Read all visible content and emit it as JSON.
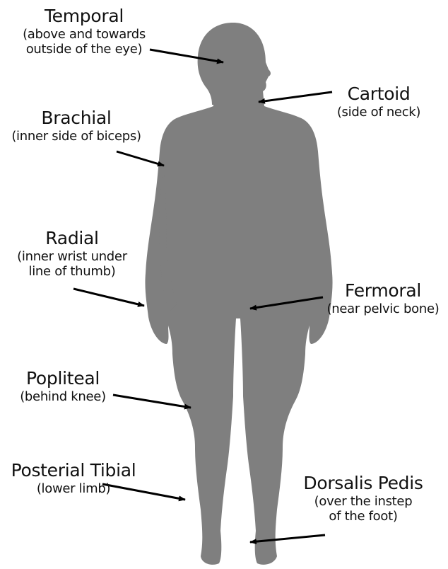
{
  "colors": {
    "figure": "#7f7f7f",
    "arrow": "#000000",
    "text": "#111111",
    "background": "#ffffff"
  },
  "icons": {
    "figure": "human-body-silhouette-icon",
    "pointer": "arrow-icon"
  },
  "pulse_points": [
    {
      "id": "temporal",
      "name": "Temporal",
      "desc_lines": [
        "(above and towards",
        "outside of the eye)"
      ]
    },
    {
      "id": "cartoid",
      "name": "Cartoid",
      "desc_lines": [
        "(side of neck)"
      ]
    },
    {
      "id": "brachial",
      "name": "Brachial",
      "desc_lines": [
        "(inner side of biceps)"
      ]
    },
    {
      "id": "radial",
      "name": "Radial",
      "desc_lines": [
        "(inner wrist under",
        "line of thumb)"
      ]
    },
    {
      "id": "fermoral",
      "name": "Fermoral",
      "desc_lines": [
        "(near pelvic bone)"
      ]
    },
    {
      "id": "popliteal",
      "name": "Popliteal",
      "desc_lines": [
        "(behind knee)"
      ]
    },
    {
      "id": "posterial-tibial",
      "name": "Posterial Tibial",
      "desc_lines": [
        "(lower limb)"
      ]
    },
    {
      "id": "dorsalis-pedis",
      "name": "Dorsalis Pedis",
      "desc_lines": [
        "(over the instep",
        "of the foot)"
      ]
    }
  ]
}
